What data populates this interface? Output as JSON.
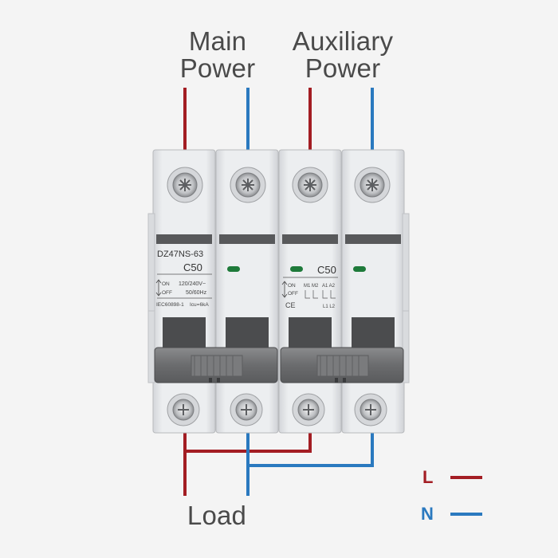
{
  "labels": {
    "main_power_line1": "Main",
    "main_power_line2": "Power",
    "aux_power_line1": "Auxiliary",
    "aux_power_line2": "Power",
    "load": "Load"
  },
  "device": {
    "model": "DZ47NS-63",
    "rating_left": "C50",
    "rating_right": "C50",
    "on_label": "ON",
    "off_label": "OFF",
    "voltage": "120/240V~",
    "frequency": "50/60Hz",
    "standard": "IEC60898-1",
    "icu": "Icu=6kA",
    "aux_terminals_top": "M1 M2   A1 A2",
    "aux_terminals_bottom": "L1 L2",
    "ce_mark": "CE"
  },
  "legend": {
    "live_letter": "L",
    "neutral_letter": "N"
  },
  "colors": {
    "live": "#a31d23",
    "neutral": "#2a79bf",
    "text": "#4a4a4a",
    "body": "#e6e7ea",
    "handle": "#6f7072",
    "indicator": "#1e7a3a"
  }
}
